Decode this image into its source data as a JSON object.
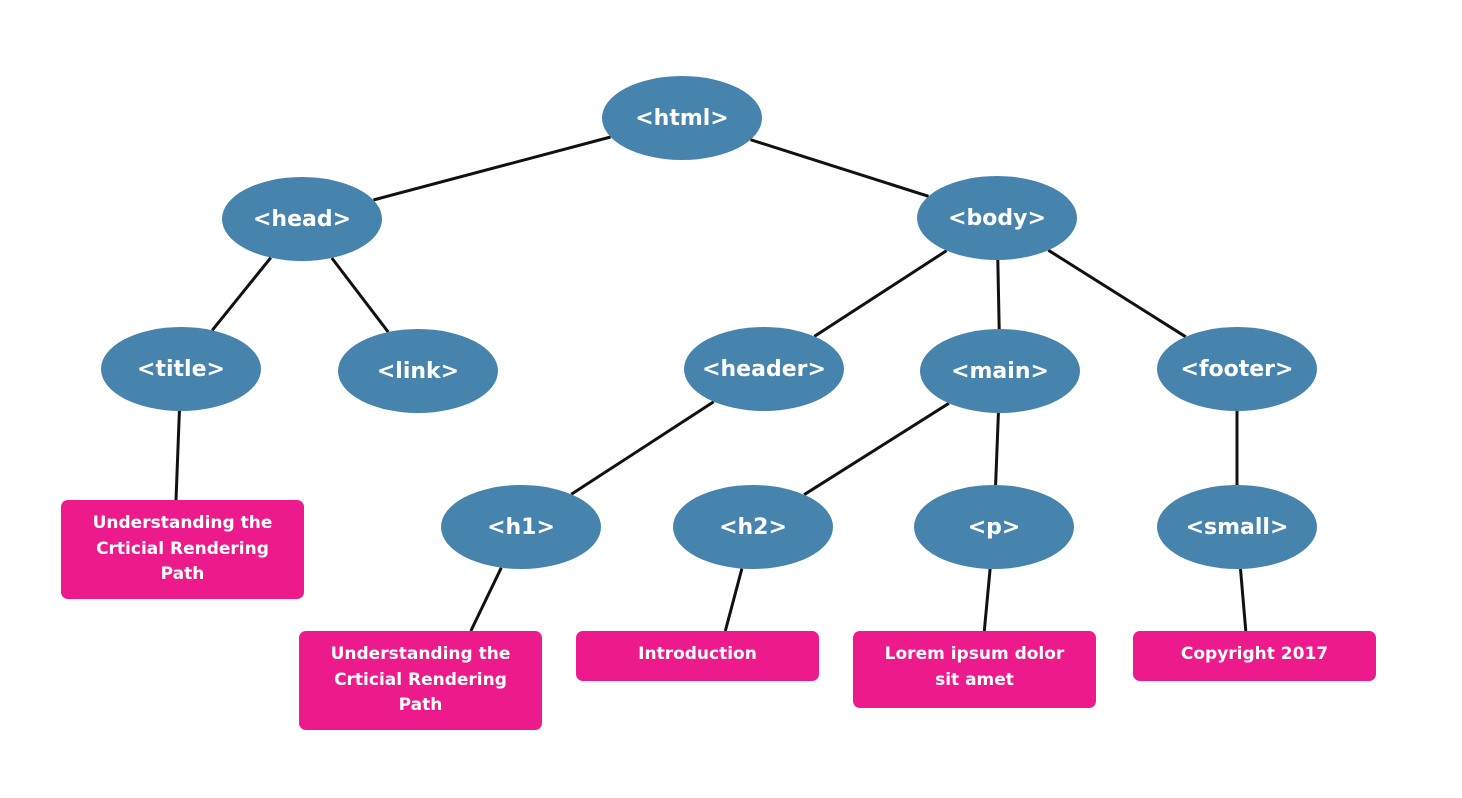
{
  "colors": {
    "element_node": "#4784ad",
    "text_node": "#ec1a8b",
    "edge": "#111111",
    "label": "#ffffff"
  },
  "nodes": {
    "html": "<html>",
    "head": "<head>",
    "body": "<body>",
    "title": "<title>",
    "link": "<link>",
    "header": "<header>",
    "main": "<main>",
    "footer": "<footer>",
    "h1": "<h1>",
    "h2": "<h2>",
    "p": "<p>",
    "small": "<small>"
  },
  "text_nodes": {
    "title_text": [
      "Understanding the",
      "Crticial Rendering",
      "Path"
    ],
    "h1_text": [
      "Understanding the",
      "Crticial Rendering",
      "Path"
    ],
    "h2_text": [
      "Introduction"
    ],
    "p_text": [
      "Lorem ipsum dolor",
      "sit amet"
    ],
    "small_text": [
      "Copyright 2017"
    ]
  },
  "edges": [
    [
      "html",
      "head"
    ],
    [
      "html",
      "body"
    ],
    [
      "head",
      "title"
    ],
    [
      "head",
      "link"
    ],
    [
      "body",
      "header"
    ],
    [
      "body",
      "main"
    ],
    [
      "body",
      "footer"
    ],
    [
      "title",
      "title_text"
    ],
    [
      "header",
      "h1"
    ],
    [
      "h1",
      "h1_text"
    ],
    [
      "main",
      "h2"
    ],
    [
      "h2",
      "h2_text"
    ],
    [
      "main",
      "p"
    ],
    [
      "p",
      "p_text"
    ],
    [
      "footer",
      "small"
    ],
    [
      "small",
      "small_text"
    ]
  ]
}
